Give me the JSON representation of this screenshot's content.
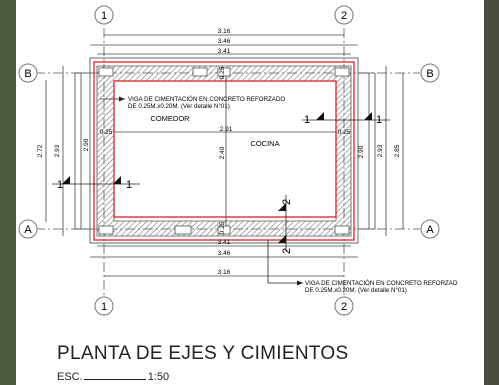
{
  "drawing": {
    "title": "PLANTA DE EJES Y CIMIENTOS",
    "scale_prefix": "ESC.",
    "scale_value": "1:50"
  },
  "axes": {
    "top_1": "1",
    "top_2": "2",
    "bottom_1": "1",
    "bottom_2": "2",
    "left_b": "B",
    "left_a": "A",
    "right_b": "B",
    "right_a": "A"
  },
  "dimensions": {
    "top_316": "3.16",
    "top_346": "3.46",
    "top_341": "3.41",
    "bottom_341": "3.41",
    "bottom_346": "3.46",
    "bottom_316": "3.16",
    "left_272": "2.72",
    "left_293": "2.93",
    "left_290": "2.90",
    "right_290": "2.90",
    "right_293": "2.93",
    "right_285": "2.85",
    "inner_291": "2.91",
    "inner_240": "2.40",
    "wall_025_left": "0.25",
    "wall_025_right": "0.25",
    "wall_025_top": "0.25",
    "wall_025_bottom": "0.25"
  },
  "rooms": {
    "comedor": "COMEDOR",
    "cocina": "COCINA"
  },
  "notes": {
    "note_top_1": "VIGA DE CIMENTACIÓN EN CONCRETO REFORZADO",
    "note_top_2": "DE 0.25M.x0.20M. (Ver detalle N°01)",
    "note_bottom_1": "VIGA DE CIMENTACIÓN EN CONCRETO REFORZAD",
    "note_bottom_2": "DE 0.25M.x0.20M. (Ver detalle N°01)"
  },
  "section_marks": {
    "left": "1",
    "right": "1",
    "center": "2",
    "bottom": "2",
    "top_right": "1"
  },
  "colors": {
    "foundation_outline": "#e0202a",
    "axis_line": "#555555",
    "wall_hatch": "#777777"
  }
}
